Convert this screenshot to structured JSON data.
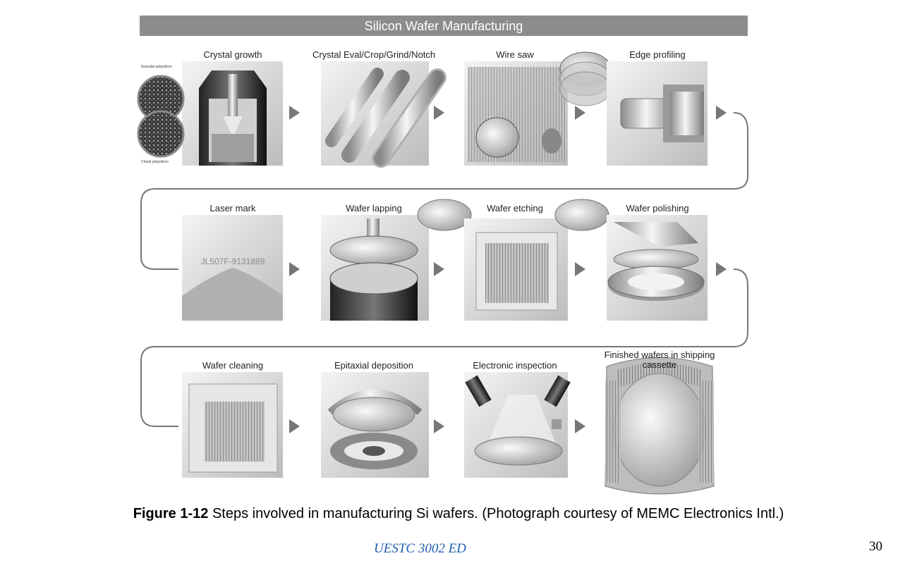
{
  "title": "Silicon Wafer Manufacturing",
  "steps": [
    {
      "label": "Crystal growth"
    },
    {
      "label": "Crystal Eval/Crop/Grind/Notch"
    },
    {
      "label": "Wire saw"
    },
    {
      "label": "Edge profiling"
    },
    {
      "label": "Laser mark"
    },
    {
      "label": "Wafer lapping"
    },
    {
      "label": "Wafer etching"
    },
    {
      "label": "Wafer polishing"
    },
    {
      "label": "Wafer cleaning"
    },
    {
      "label": "Epitaxial deposition"
    },
    {
      "label": "Electronic inspection"
    },
    {
      "label": "Finished wafers in shipping",
      "label2": "cassette"
    }
  ],
  "inset_labels": {
    "granular": "Granular polysilicon",
    "chunk": "Chunk polysilicon"
  },
  "laser_mark_code": "JL507F-9131889",
  "caption": {
    "bold": "Figure 1-12",
    "text": " Steps involved in manufacturing Si wafers. (Photograph courtesy of MEMC Electronics Intl.)"
  },
  "footer": "UESTC 3002 ED",
  "page_number": "30",
  "colors": {
    "title_bar": "#8c8c8c",
    "panel": "#d9d9d9",
    "arrow": "#777777",
    "footer": "#1f5fb0"
  }
}
